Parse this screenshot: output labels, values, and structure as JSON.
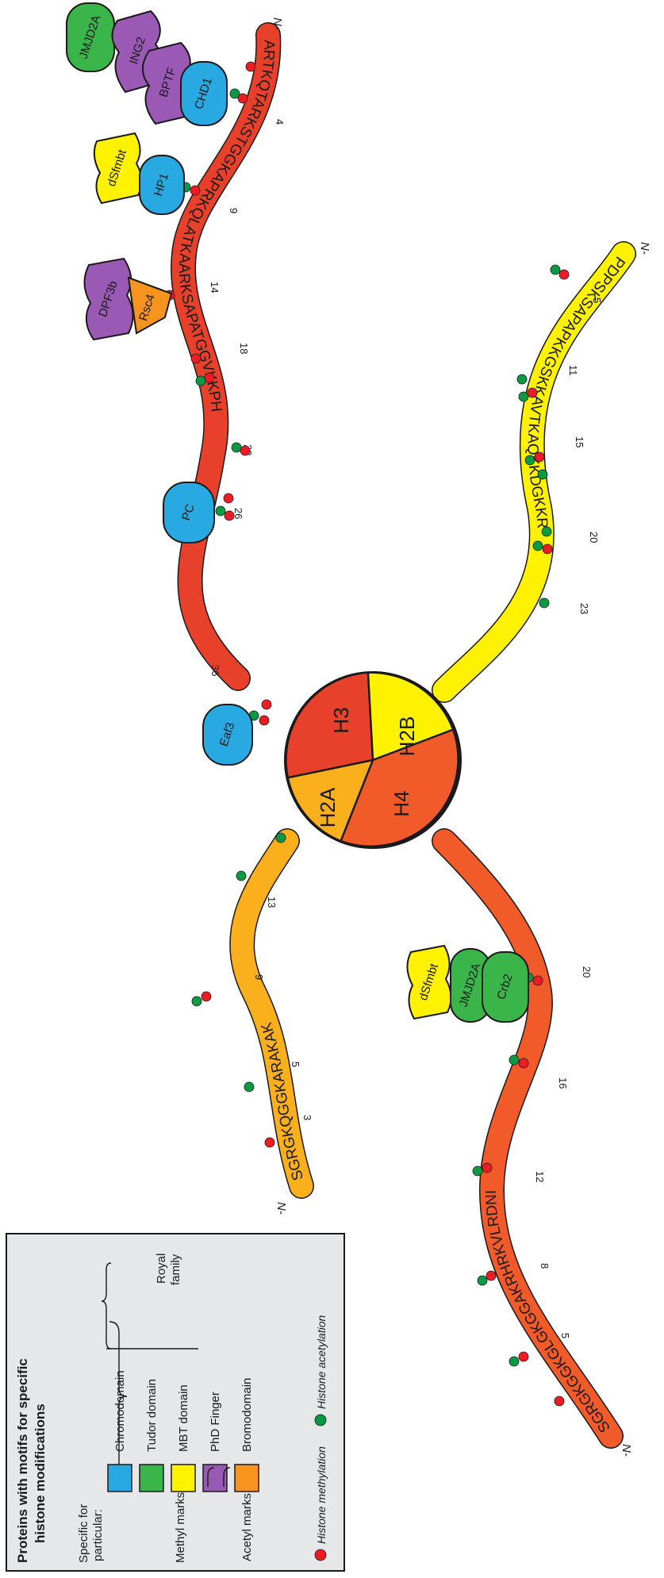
{
  "legend": {
    "title_line1": "Proteins with motifs for specific",
    "title_line2": "histone modifications",
    "specific_for_1": "Specific for",
    "specific_for_2": "particular:",
    "methyl_marks": "Methyl marks",
    "acetyl_marks": "Acetyl marks",
    "royal_family_1": "Royal",
    "royal_family_2": "family",
    "items": [
      {
        "label": "Chromodomain",
        "color": "#29a9e1"
      },
      {
        "label": "Tudor domain",
        "color": "#3ab54a"
      },
      {
        "label": "MBT domain",
        "color": "#fff200"
      },
      {
        "label": "PhD Finger",
        "color": "#9b59b6"
      },
      {
        "label": "Bromodomain",
        "color": "#f7941d"
      }
    ],
    "methylation": {
      "label": "Histone methylation",
      "color": "#ed1c24"
    },
    "acetylation": {
      "label": "Histone acetylation",
      "color": "#0a9a44"
    }
  },
  "core": {
    "h3": "H3",
    "h2b": "H2B",
    "h2a": "H2A",
    "h4": "H4"
  },
  "nterm": "N-",
  "tails": {
    "h3": {
      "sequence": "ARTKQTARKSTGGKAPRKQLATKAARKSAPATGGVKKPH",
      "numbers": [
        "4",
        "9",
        "14",
        "18",
        "23",
        "26",
        "36"
      ],
      "color": "#e8412b"
    },
    "h2b": {
      "sequence": "PDPSKSAPAPKKGSKKAVTKAQKKDGKKR",
      "numbers": [
        "5",
        "11",
        "15",
        "20",
        "23"
      ],
      "color": "#fff200"
    },
    "h2a": {
      "sequence": "SGRGKQGGKARAKAK",
      "numbers": [
        "3",
        "5",
        "9",
        "13"
      ],
      "color": "#f9b01c"
    },
    "h4": {
      "sequence": "SGRGKGGKGLGKGGAKRHRKVLRDNI",
      "numbers": [
        "5",
        "8",
        "12",
        "16",
        "20"
      ],
      "color": "#f15a29"
    }
  },
  "proteins": {
    "jmjd2a_top": "JMJD2A",
    "ing2": "ING2",
    "bptf": "BPTF",
    "chd1": "CHD1",
    "dsfmbt_top": "dSfmbt",
    "hp1": "HP1",
    "dpf3b": "DPF3b",
    "rsc4": "Rsc4",
    "pc": "PC",
    "eaf3": "Eaf3",
    "dsfmbt_bot": "dSfmbt",
    "jmjd2a_bot": "JMJD2A",
    "crb2": "Crb2"
  }
}
